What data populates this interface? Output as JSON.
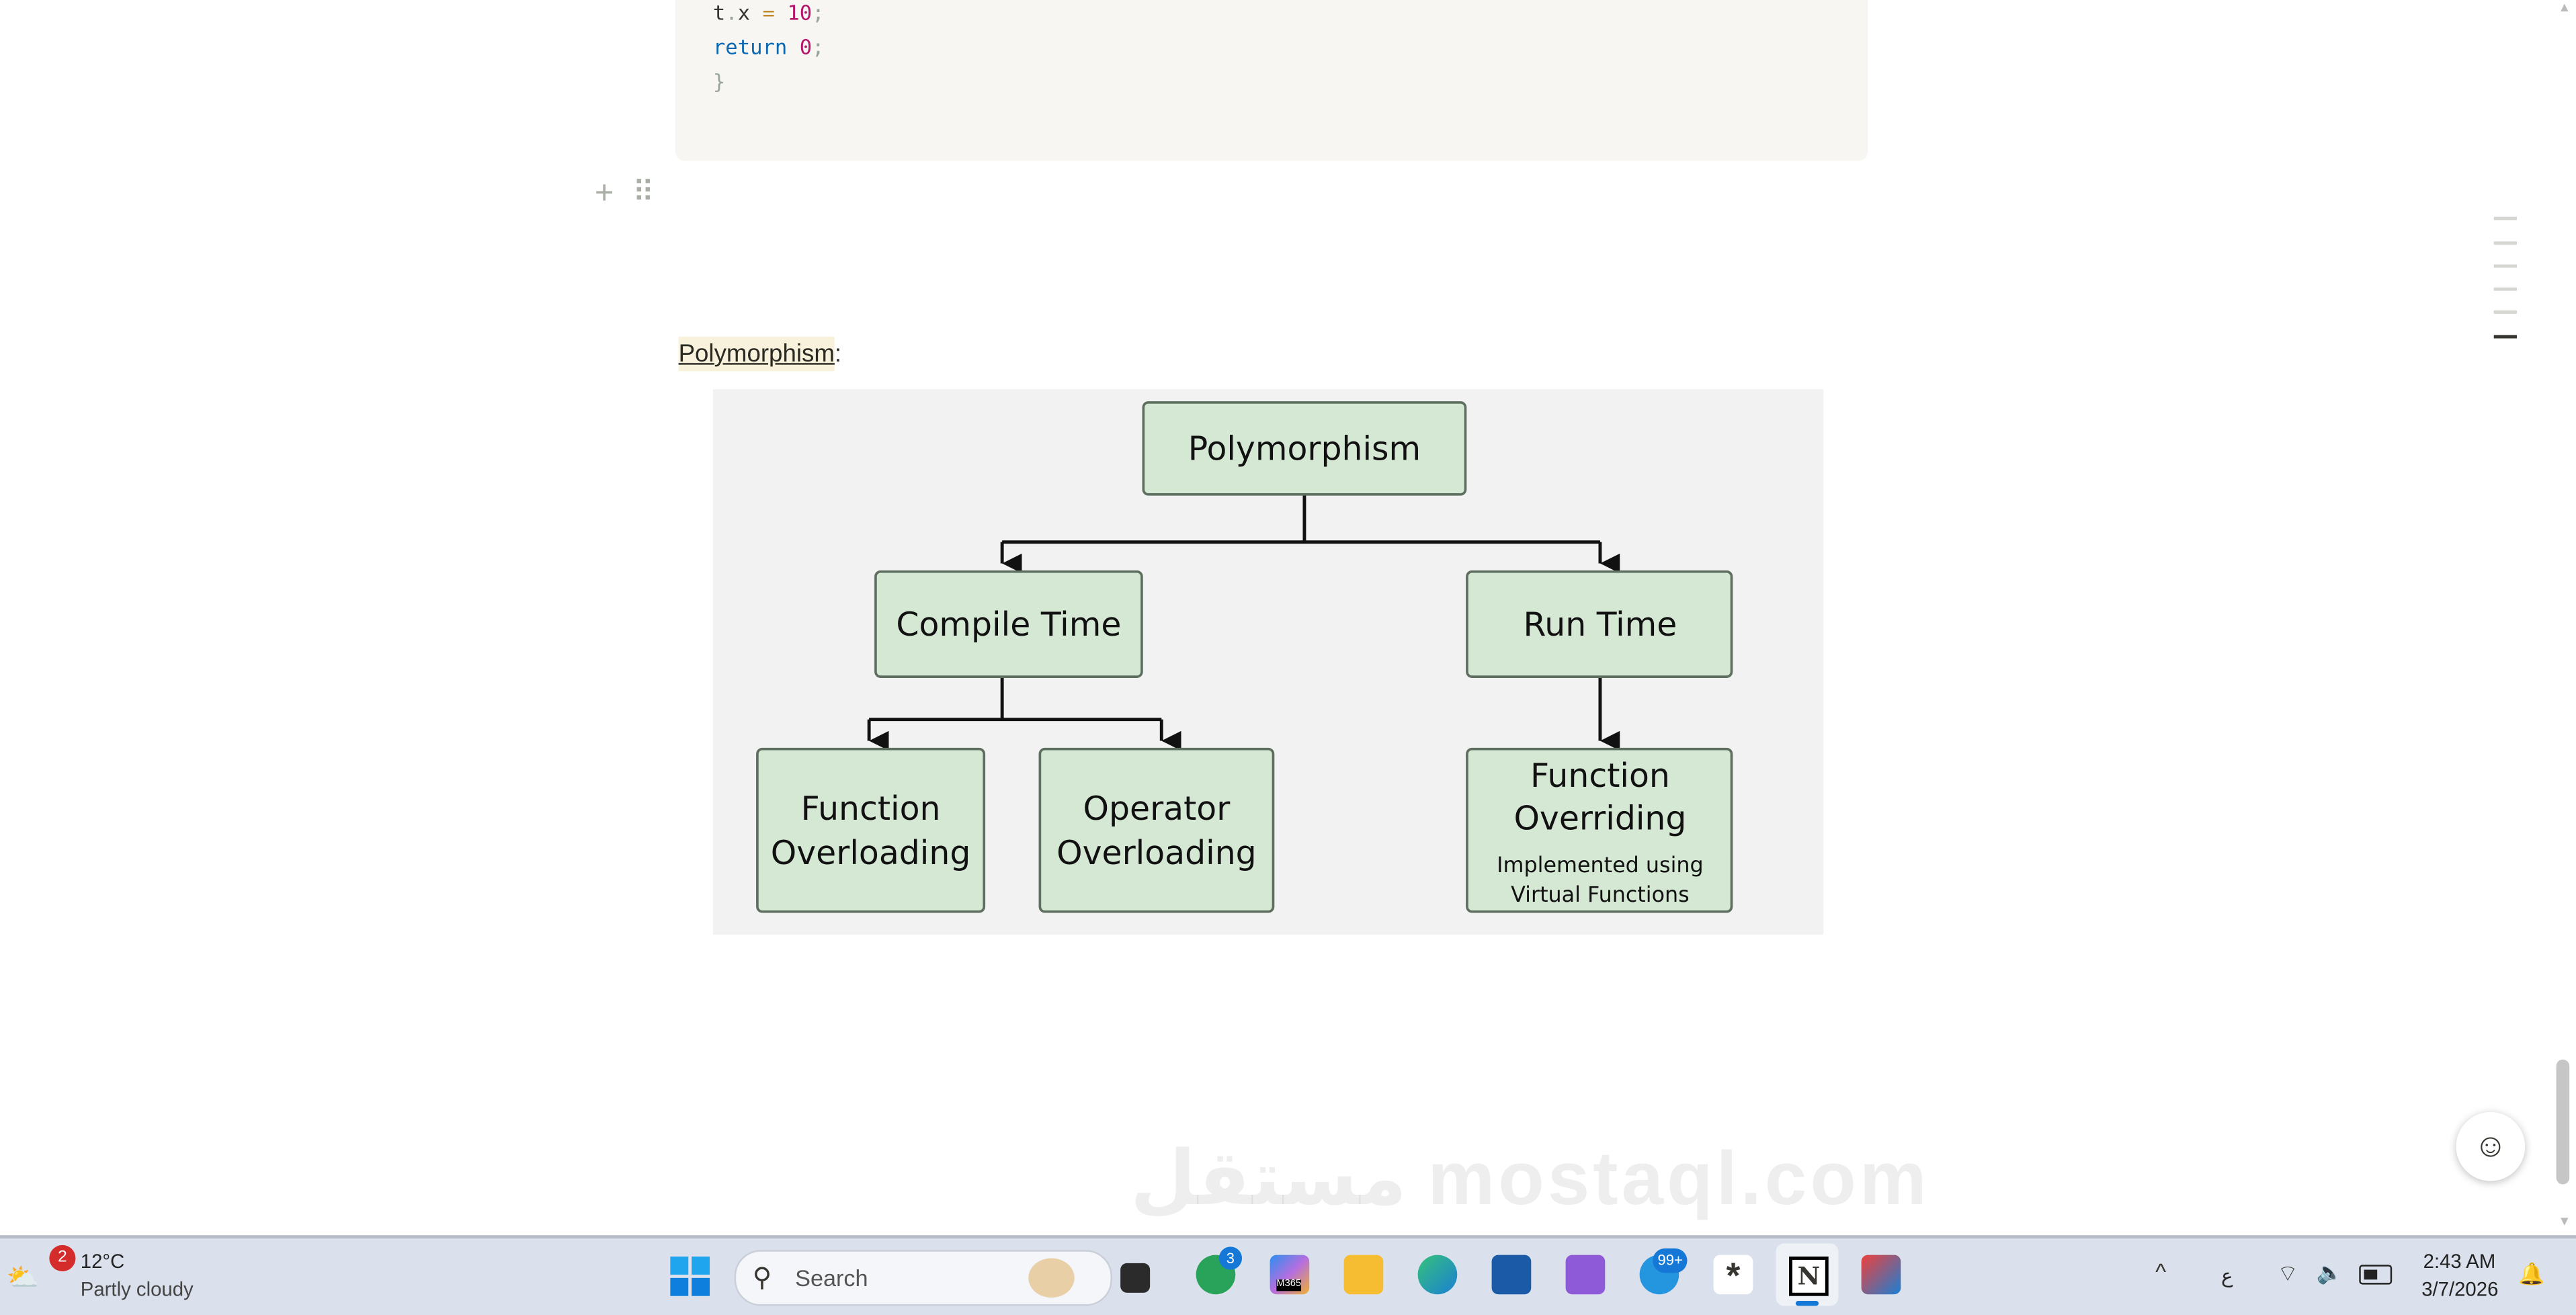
{
  "code": {
    "lines": [
      {
        "obj": "t",
        "dot": ".",
        "field": "x",
        "op": "=",
        "num": "10",
        "end": ";"
      },
      {
        "kw": "return",
        "num": "0",
        "end": ";"
      },
      {
        "brace": "}"
      }
    ]
  },
  "block_controls": {
    "add": "+",
    "drag": "⠿"
  },
  "section": {
    "title": "Polymorphism",
    "suffix": ":"
  },
  "diagram": {
    "root": "Polymorphism",
    "compile": "Compile Time",
    "run": "Run Time",
    "fo_1": "Function",
    "fo_2": "Overloading",
    "oo_1": "Operator",
    "oo_2": "Overloading",
    "fr_1": "Function",
    "fr_2": "Overriding",
    "fr_note_1": "Implemented using",
    "fr_note_2": "Virtual Functions"
  },
  "watermark": "مستقل mostaql.com",
  "taskbar": {
    "weather": {
      "badge": "2",
      "temp": "12°C",
      "desc": "Partly cloudy"
    },
    "search_placeholder": "Search",
    "whatsapp_badge": "3",
    "m365_label": "M365",
    "telegram_badge": "99+",
    "lang": "ع",
    "time": "2:43 AM",
    "date": "3/7/2026"
  },
  "colors": {
    "box_fill": "#d5e8d4",
    "box_border": "#5f6f5f",
    "accent": "#0a67b2"
  }
}
